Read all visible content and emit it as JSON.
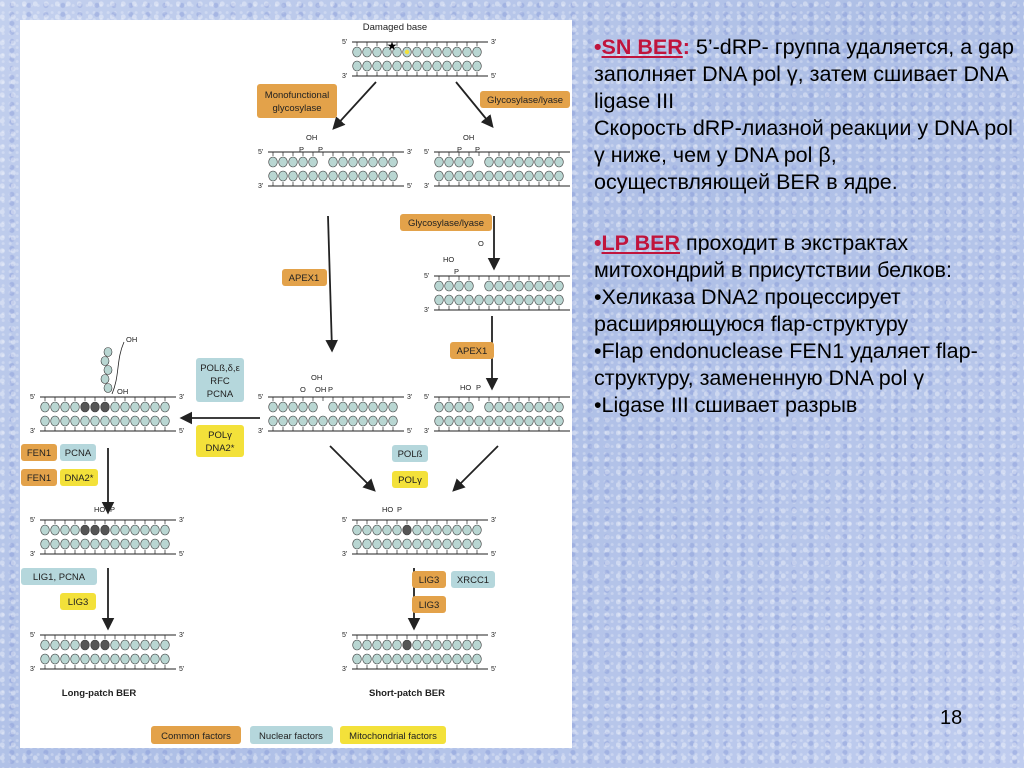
{
  "figure": {
    "damaged_base": "Damaged base",
    "enzymes": {
      "monofunctional_glycosylase": [
        "Monofunctional",
        "glycosylase"
      ],
      "glycosylase_lyase_top": "Glycosylase/lyase",
      "glycosylase_lyase_mid": "Glycosylase/lyase",
      "apex1_left": "APEX1",
      "apex1_right": "APEX1",
      "pol_rfc_pcna": [
        "POLß,δ,ε",
        "RFC",
        "PCNA"
      ],
      "polg_dna2": [
        "POLγ",
        "DNA2*"
      ],
      "fen1_a": "FEN1",
      "pcna_a": "PCNA",
      "fen1_b": "FEN1",
      "dna2_b": "DNA2*",
      "polb": "POLß",
      "polg": "POLγ",
      "lig1_pcna": "LIG1, PCNA",
      "lig3_left": "LIG3",
      "lig3_right_a": "LIG3",
      "xrcc1": "XRCC1",
      "lig3_right_b": "LIG3"
    },
    "pathways": {
      "long_patch": "Long-patch BER",
      "short_patch": "Short-patch BER"
    },
    "legend": {
      "common": "Common factors",
      "nuclear": "Nuclear factors",
      "mito": "Mitochondrial factors"
    },
    "strand_labels": {
      "five_prime": "5'",
      "three_prime": "3'"
    },
    "chem": {
      "oh": "OH",
      "ho": "HO",
      "p": "P",
      "o": "O"
    },
    "colors": {
      "common": "#e3a24a",
      "nuclear": "#b5d7dc",
      "mito": "#f3e13a",
      "base": "#b9d6d2",
      "base_dark": "#555555"
    }
  },
  "text": {
    "sn_bullet": "•",
    "sn_title": "SN BER",
    "sn_colon": ":",
    "sn_body": " 5’-dRP- группа удаляется, а gap заполняет DNA pol γ, затем сшивает DNA ligase III",
    "sn_rate": "Скорость dRP-лиазной реакции у DNA pol γ ниже, чем у DNA pol β, осуществляющей BER в ядре.",
    "lp_bullet": "•",
    "lp_title": "LP BER",
    "lp_body": " проходит в экстрактах митохондрий в присутствии белков:",
    "lp_items": [
      "•Хеликаза DNA2 процессирует расширяющуюся flap-структуру",
      "•Flap endonuclease FEN1 удаляет flap-структуру, замененную DNA pol γ",
      "•Ligase III  сшивает разрыв"
    ]
  },
  "page_number": "18"
}
